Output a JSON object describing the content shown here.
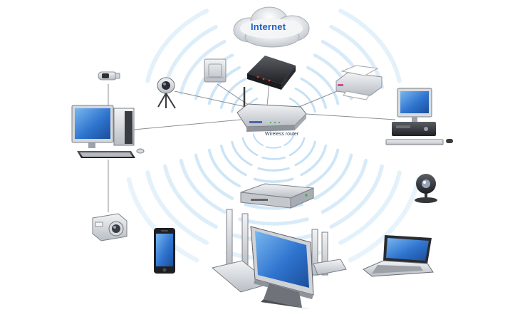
{
  "diagram": {
    "internet_label": "Internet",
    "router_label": "Wireless router",
    "devices": [
      {
        "id": "cloud",
        "name": "internet-cloud-icon"
      },
      {
        "id": "modem",
        "name": "modem-icon"
      },
      {
        "id": "router",
        "name": "wireless-router-icon"
      },
      {
        "id": "desktop-left",
        "name": "desktop-computer-icon"
      },
      {
        "id": "webcam-top",
        "name": "webcam-icon"
      },
      {
        "id": "usb-stick",
        "name": "usb-flash-drive-icon"
      },
      {
        "id": "hard-drive",
        "name": "external-hard-drive-icon"
      },
      {
        "id": "printer",
        "name": "printer-icon"
      },
      {
        "id": "desktop-right",
        "name": "desktop-computer-icon"
      },
      {
        "id": "webcam-right",
        "name": "webcam-icon"
      },
      {
        "id": "media-box",
        "name": "media-player-icon"
      },
      {
        "id": "camera",
        "name": "digital-camera-icon"
      },
      {
        "id": "smartphone",
        "name": "smartphone-icon"
      },
      {
        "id": "home-theater",
        "name": "home-theater-tv-icon"
      },
      {
        "id": "laptop",
        "name": "laptop-icon"
      }
    ],
    "colors": {
      "wave": "#b8daf3",
      "screen": "#3f86d6",
      "device_gray": "#cfd3d8",
      "device_dark": "#3b3d42",
      "internet_text": "#1f5fbf"
    }
  }
}
